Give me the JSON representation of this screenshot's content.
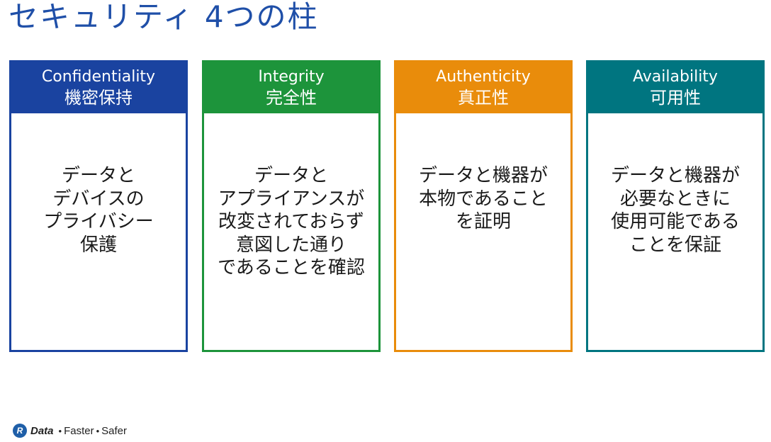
{
  "title": "セキュリティ 4つの柱",
  "colors": {
    "title": "#1f4fa8",
    "confidentiality": "#1a43a0",
    "integrity": "#1d943b",
    "authenticity": "#e98c0b",
    "availability": "#007580",
    "logo": "#1f5fa8"
  },
  "pillars": [
    {
      "en": "Confidentiality",
      "ja": "機密保持",
      "lines": [
        "データと",
        "デバイスの",
        "プライバシー",
        "保護"
      ]
    },
    {
      "en": "Integrity",
      "ja": "完全性",
      "lines": [
        "データと",
        "アプライアンスが",
        "改変されておらず",
        "意図した通り",
        "であることを確認"
      ]
    },
    {
      "en": "Authenticity",
      "ja": "真正性",
      "lines": [
        "データと機器が",
        "本物であること",
        "を証明"
      ]
    },
    {
      "en": "Availability",
      "ja": "可用性",
      "lines": [
        "データと機器が",
        "必要なときに",
        "使用可能である",
        "ことを保証"
      ]
    }
  ],
  "footer": {
    "logo_letter": "R",
    "brand": "Data",
    "sep1": "•",
    "word1": "Faster",
    "sep2": "•",
    "word2": "Safer"
  }
}
